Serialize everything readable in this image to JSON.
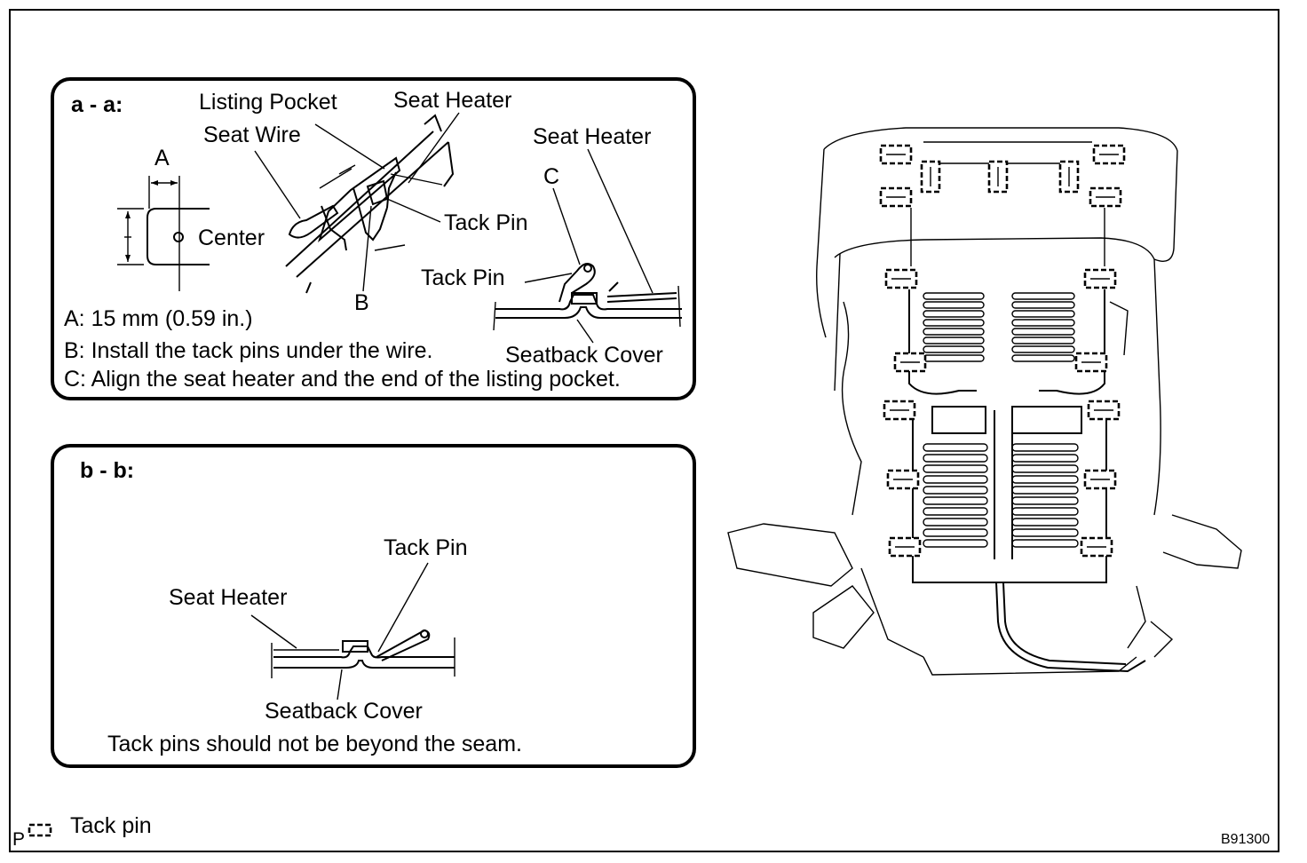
{
  "panel_a": {
    "heading": "a - a:",
    "labels": {
      "listing_pocket": "Listing Pocket",
      "seat_heater_1": "Seat Heater",
      "seat_heater_2": "Seat Heater",
      "seat_wire": "Seat Wire",
      "dim_a": "A",
      "center": "Center",
      "tack_pin_1": "Tack Pin",
      "tack_pin_2": "Tack Pin",
      "callout_b": "B",
      "callout_c": "C",
      "seatback_cover": "Seatback Cover"
    },
    "notes": [
      "A: 15 mm (0.59 in.)",
      "B: Install the tack pins under the wire.",
      "C: Align the seat heater and the end of the listing pocket."
    ]
  },
  "panel_b": {
    "heading": "b - b:",
    "labels": {
      "tack_pin": "Tack Pin",
      "seat_heater": "Seat Heater",
      "seatback_cover": "Seatback Cover"
    },
    "note": "Tack pins should not be beyond the seam."
  },
  "legend": {
    "prefix": "P",
    "label": "Tack pin"
  },
  "figure_code": "B91300"
}
